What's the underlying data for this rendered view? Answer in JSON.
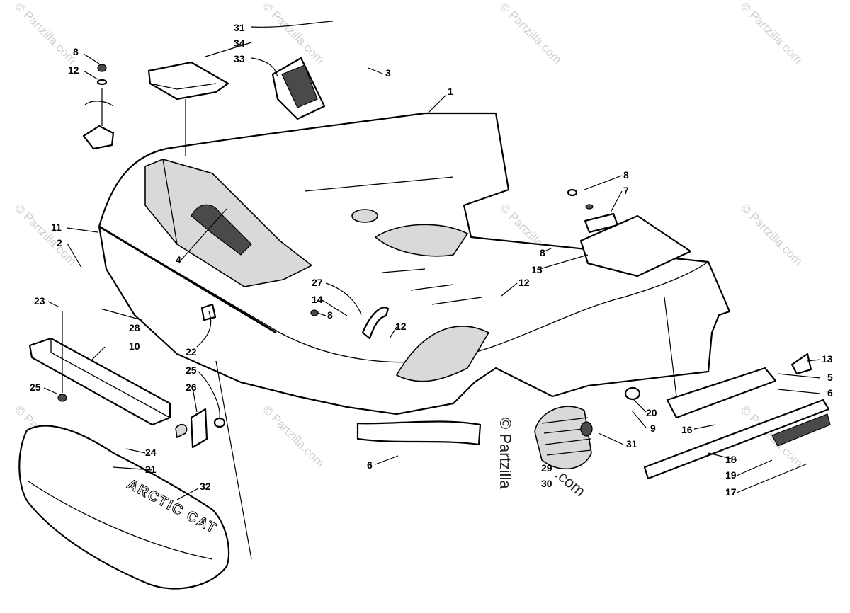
{
  "brand_text": "ARCTIC CAT",
  "watermarks": {
    "tile": "© Partzilla.com",
    "center_a": "© Partzilla",
    "center_b": ".com"
  },
  "callouts": [
    {
      "id": "c31a",
      "label": "31"
    },
    {
      "id": "c34",
      "label": "34"
    },
    {
      "id": "c33",
      "label": "33"
    },
    {
      "id": "c3",
      "label": "3"
    },
    {
      "id": "c1",
      "label": "1"
    },
    {
      "id": "c8a",
      "label": "8"
    },
    {
      "id": "c12a",
      "label": "12"
    },
    {
      "id": "c8b",
      "label": "8"
    },
    {
      "id": "c7",
      "label": "7"
    },
    {
      "id": "c11",
      "label": "11"
    },
    {
      "id": "c2",
      "label": "2"
    },
    {
      "id": "c4",
      "label": "4"
    },
    {
      "id": "c8c",
      "label": "8"
    },
    {
      "id": "c15",
      "label": "15"
    },
    {
      "id": "c12b",
      "label": "12"
    },
    {
      "id": "c23",
      "label": "23"
    },
    {
      "id": "c27",
      "label": "27"
    },
    {
      "id": "c14",
      "label": "14"
    },
    {
      "id": "c8d",
      "label": "8"
    },
    {
      "id": "c12c",
      "label": "12"
    },
    {
      "id": "c28",
      "label": "28"
    },
    {
      "id": "c10",
      "label": "10"
    },
    {
      "id": "c22",
      "label": "22"
    },
    {
      "id": "c25a",
      "label": "25"
    },
    {
      "id": "c26",
      "label": "26"
    },
    {
      "id": "c25b",
      "label": "25"
    },
    {
      "id": "c13",
      "label": "13"
    },
    {
      "id": "c5",
      "label": "5"
    },
    {
      "id": "c6a",
      "label": "6"
    },
    {
      "id": "c20",
      "label": "20"
    },
    {
      "id": "c9",
      "label": "9"
    },
    {
      "id": "c16",
      "label": "16"
    },
    {
      "id": "c24",
      "label": "24"
    },
    {
      "id": "c21",
      "label": "21"
    },
    {
      "id": "c32",
      "label": "32"
    },
    {
      "id": "c6b",
      "label": "6"
    },
    {
      "id": "c29",
      "label": "29"
    },
    {
      "id": "c30",
      "label": "30"
    },
    {
      "id": "c31b",
      "label": "31"
    },
    {
      "id": "c18",
      "label": "18"
    },
    {
      "id": "c19",
      "label": "19"
    },
    {
      "id": "c17",
      "label": "17"
    }
  ]
}
